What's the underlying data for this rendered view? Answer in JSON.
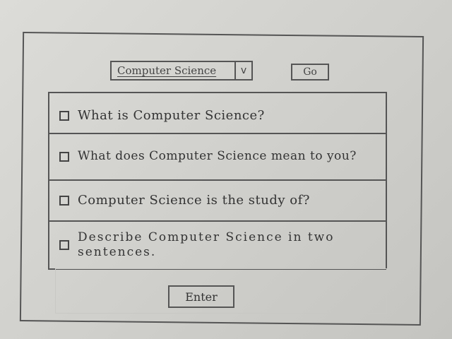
{
  "topbar": {
    "subject_select": {
      "value": "Computer Science",
      "arrow_icon": "chevron-down-icon",
      "arrow_glyph": "v"
    },
    "go_label": "Go"
  },
  "questions": [
    {
      "text": "What is Computer Science?",
      "checked": false
    },
    {
      "text": "What does Computer Science mean to you?",
      "checked": false
    },
    {
      "text": "Computer Science is the study of?",
      "checked": false
    },
    {
      "text": "Describe Computer Science in two sentences.",
      "checked": false
    }
  ],
  "enter_label": "Enter",
  "colors": {
    "ink": "#555555",
    "paper": "#d6d6d2"
  }
}
